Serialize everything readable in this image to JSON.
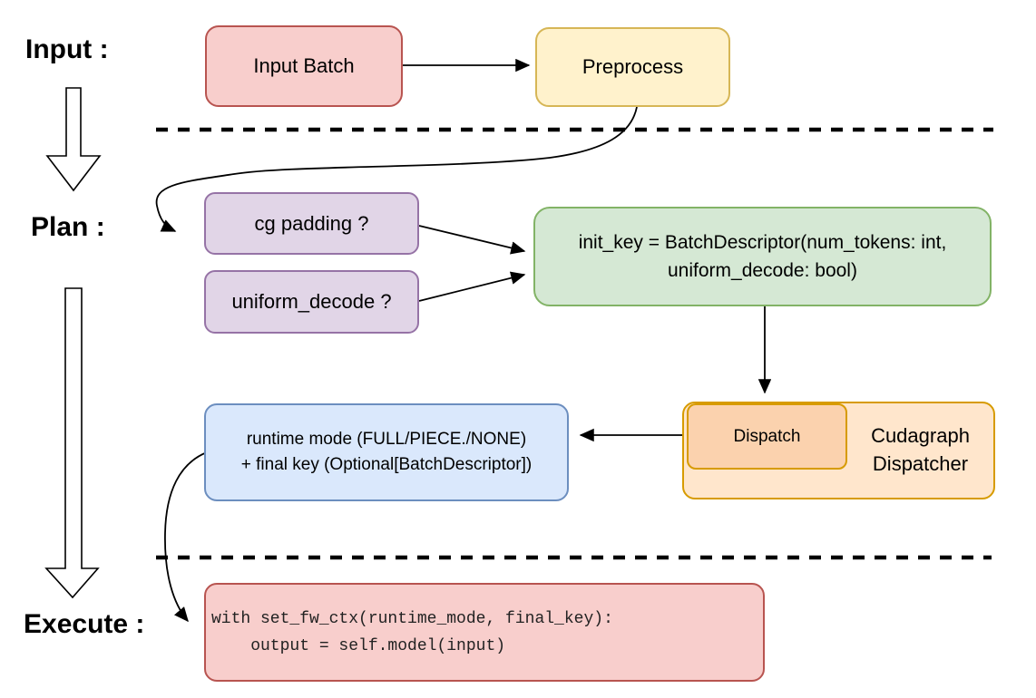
{
  "stage_labels": {
    "input": "Input :",
    "plan": "Plan :",
    "execute": "Execute :"
  },
  "nodes": {
    "input_batch": {
      "label": "Input Batch"
    },
    "preprocess": {
      "label": "Preprocess"
    },
    "cg_padding": {
      "label": "cg padding ?"
    },
    "uniform_decode": {
      "label": "uniform_decode ?"
    },
    "init_key": {
      "line1": "init_key = BatchDescriptor(num_tokens: int,",
      "line2": "uniform_decode: bool)"
    },
    "dispatch": {
      "label": "Dispatch"
    },
    "cudagraph_dispatcher": {
      "line1": "Cudagraph",
      "line2": "Dispatcher"
    },
    "runtime_mode": {
      "line1": "runtime mode (FULL/PIECE./NONE)",
      "line2": "+ final key (Optional[BatchDescriptor])"
    },
    "execute_code": {
      "line1": "with set_fw_ctx(runtime_mode, final_key):",
      "line2": "    output = self.model(input)"
    }
  },
  "colors": {
    "red_fill": "#f8cecc",
    "red_stroke": "#b85450",
    "yellow_fill": "#fff2cc",
    "yellow_stroke": "#d6b656",
    "purple_fill": "#e1d5e7",
    "purple_stroke": "#9673a6",
    "green_fill": "#d5e8d4",
    "green_stroke": "#82b366",
    "blue_fill": "#dae8fc",
    "blue_stroke": "#6c8ebf",
    "orange_fill": "#ffe6cc",
    "orange_inner_fill": "#fbd2ae",
    "orange_stroke": "#d79b00",
    "connector": "#000000"
  }
}
